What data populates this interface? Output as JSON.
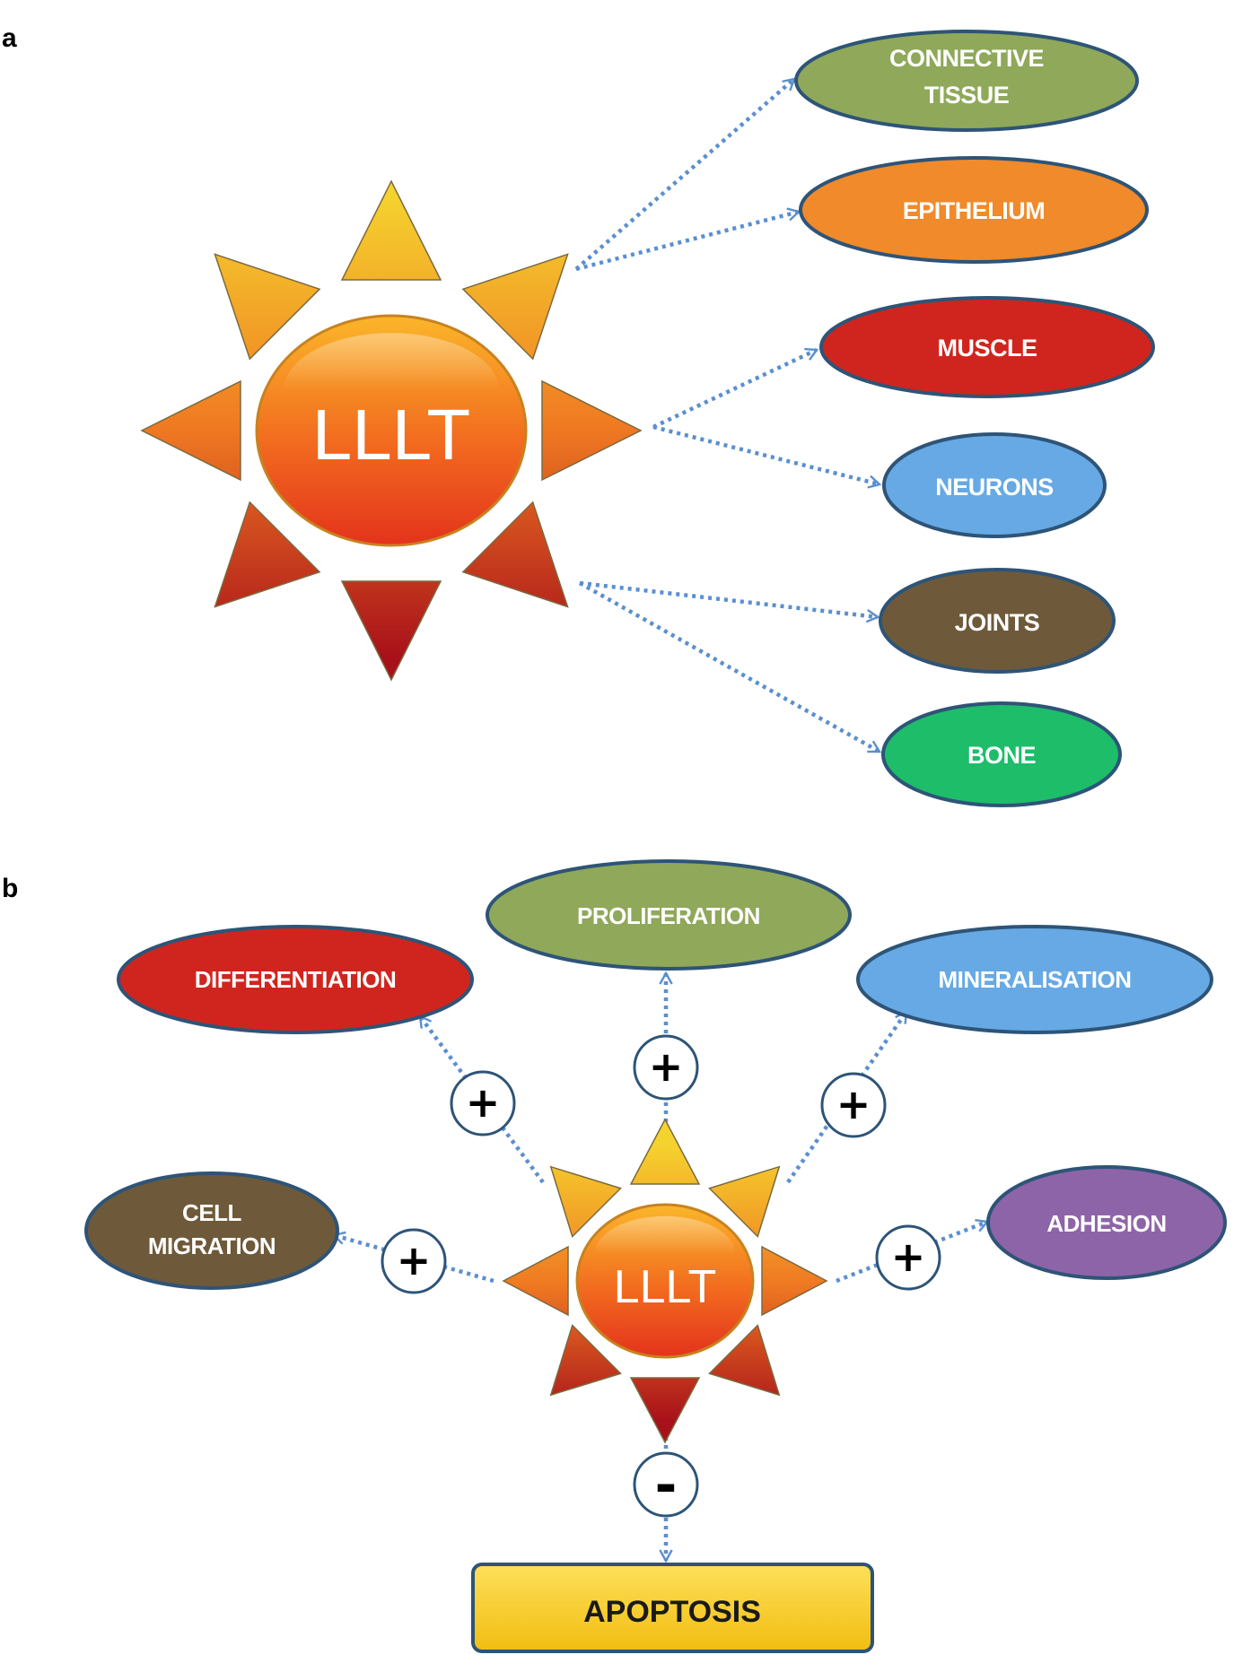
{
  "panel_a": {
    "letter": "a",
    "center": "LLLT",
    "targets": [
      {
        "lines": [
          "CONNECTIVE",
          "TISSUE"
        ],
        "color": "#8fa85a"
      },
      {
        "lines": [
          "EPITHELIUM"
        ],
        "color": "#f08a2a"
      },
      {
        "lines": [
          "MUSCLE"
        ],
        "color": "#d0251e"
      },
      {
        "lines": [
          "NEURONS"
        ],
        "color": "#66a9e4"
      },
      {
        "lines": [
          "JOINTS"
        ],
        "color": "#6e5a3a"
      },
      {
        "lines": [
          "BONE"
        ],
        "color": "#1dbd6a"
      }
    ]
  },
  "panel_b": {
    "letter": "b",
    "center": "LLLT",
    "effects": [
      {
        "lines": [
          "DIFFERENTIATION"
        ],
        "sign": "+",
        "color": "#d0251e"
      },
      {
        "lines": [
          "PROLIFERATION"
        ],
        "sign": "+",
        "color": "#8fa85a"
      },
      {
        "lines": [
          "MINERALISATION"
        ],
        "sign": "+",
        "color": "#66a9e4"
      },
      {
        "lines": [
          "CELL",
          "MIGRATION"
        ],
        "sign": "+",
        "color": "#6e5a3a"
      },
      {
        "lines": [
          "ADHESION"
        ],
        "sign": "+",
        "color": "#8e64a8"
      }
    ],
    "inhibited": {
      "label": "APOPTOSIS",
      "sign": "-",
      "color": "#f6cd1f"
    }
  },
  "colors": {
    "arrow": "#5b8fcf",
    "outline": "#2e5477",
    "sun_ray_top": "#f3c62b",
    "sun_ray_bottom": "#b8141a"
  }
}
